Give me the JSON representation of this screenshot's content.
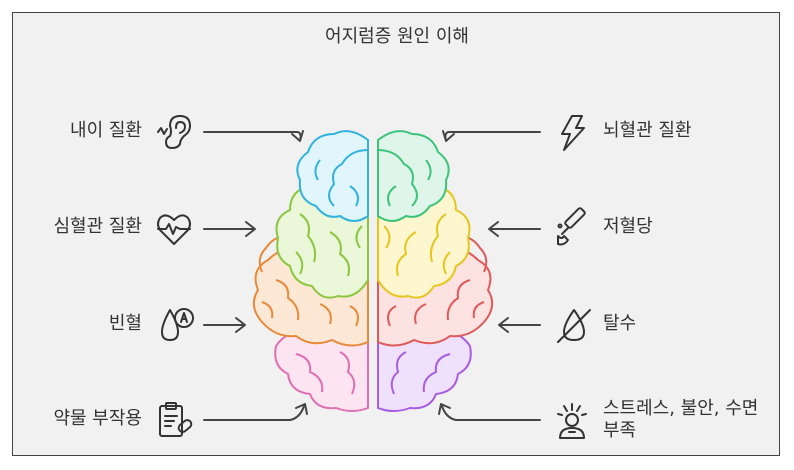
{
  "title": "어지럼증 원인 이해",
  "left_causes": [
    {
      "label": "내이 질환",
      "icon": "ear-icon"
    },
    {
      "label": "심혈관 질환",
      "icon": "heart-rate-icon"
    },
    {
      "label": "빈혈",
      "icon": "blood-drop-icon"
    },
    {
      "label": "약물 부작용",
      "icon": "prescription-icon"
    }
  ],
  "right_causes": [
    {
      "label": "뇌혈관 질환",
      "icon": "lightning-icon"
    },
    {
      "label": "저혈당",
      "icon": "glucose-meter-icon"
    },
    {
      "label": "탈수",
      "icon": "no-water-icon"
    },
    {
      "label": "스트레스, 불안, 수면 부족",
      "icon": "stressed-person-icon"
    }
  ]
}
